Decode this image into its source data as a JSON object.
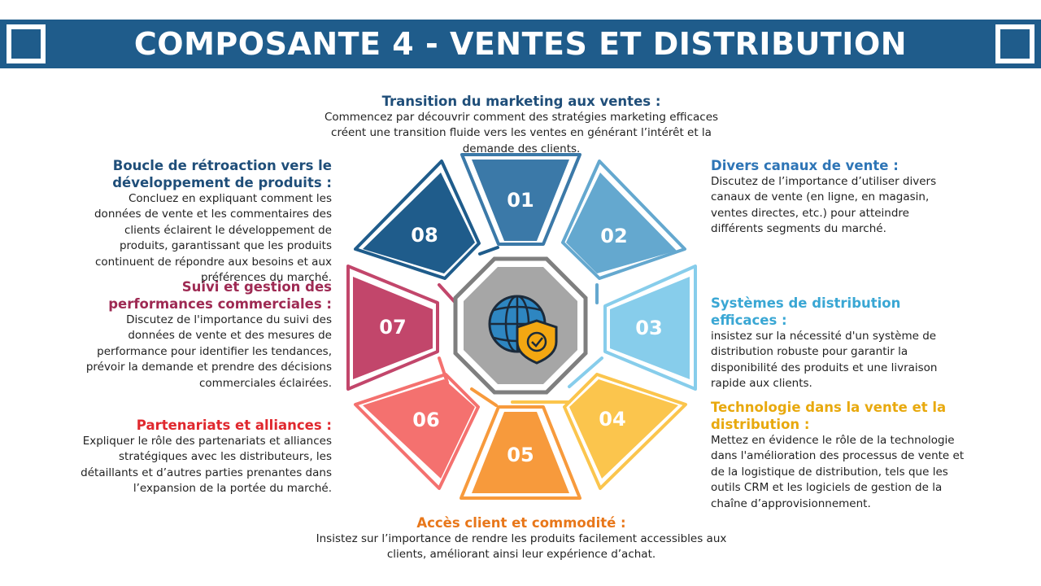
{
  "header": {
    "title": "COMPOSANTE 4 - VENTES ET DISTRIBUTION"
  },
  "colors": {
    "banner": "#1f5c8b",
    "s01": "#3b79a8",
    "s02": "#64a8cf",
    "s03": "#87cdeb",
    "s04": "#fbc54d",
    "s05": "#f79a3c",
    "s06": "#f4716f",
    "s07": "#c2466b",
    "s08": "#1f5c8b",
    "center": "#a6a6a6"
  },
  "center": {
    "icon": "globe-shield-icon"
  },
  "segments": [
    {
      "number": "01",
      "title": "Transition du marketing aux ventes :",
      "text": "Commencez par découvrir comment des stratégies marketing efficaces créent une transition fluide vers les ventes en générant l’intérêt et la demande des clients.",
      "title_color": "#1f4e79"
    },
    {
      "number": "02",
      "title": "Divers canaux de vente :",
      "text": "Discutez de l’importance d’utiliser divers canaux de vente (en ligne, en magasin, ventes directes, etc.) pour atteindre différents segments du marché.",
      "title_color": "#2e75b6"
    },
    {
      "number": "03",
      "title": "Systèmes de distribution efficaces :",
      "text": "insistez sur la nécessité d'un système de distribution robuste pour garantir la disponibilité des produits et une livraison rapide aux clients.",
      "title_color": "#3aa7d4"
    },
    {
      "number": "04",
      "title": "Technologie dans la vente et la distribution :",
      "text": "Mettez en évidence le rôle de la technologie dans l'amélioration des processus de vente et de la logistique de distribution, tels que les outils CRM et les logiciels de gestion de la chaîne d’approvisionnement.",
      "title_color": "#e8a90e"
    },
    {
      "number": "05",
      "title": "Accès client et commodité :",
      "text": "Insistez sur l’importance de rendre les produits facilement accessibles aux clients, améliorant ainsi leur expérience d’achat.",
      "title_color": "#e8771a"
    },
    {
      "number": "06",
      "title": "Partenariats et alliances :",
      "text": "Expliquer le rôle des partenariats et alliances stratégiques avec les distributeurs, les détaillants et d’autres parties prenantes dans l’expansion de la portée du marché.",
      "title_color": "#e0282e"
    },
    {
      "number": "07",
      "title": "Suivi et gestion des performances commerciales :",
      "text": "Discutez de l'importance du suivi des données de vente et des mesures de performance pour identifier les tendances, prévoir la demande et prendre des décisions commerciales éclairées.",
      "title_color": "#9e2a53"
    },
    {
      "number": "08",
      "title": "Boucle de rétroaction vers le développement de produits :",
      "text": "Concluez en expliquant comment les données de vente et les commentaires des clients éclairent le développement de produits, garantissant que les produits continuent de répondre aux besoins et aux préférences du marché.",
      "title_color": "#1f4e79"
    }
  ]
}
